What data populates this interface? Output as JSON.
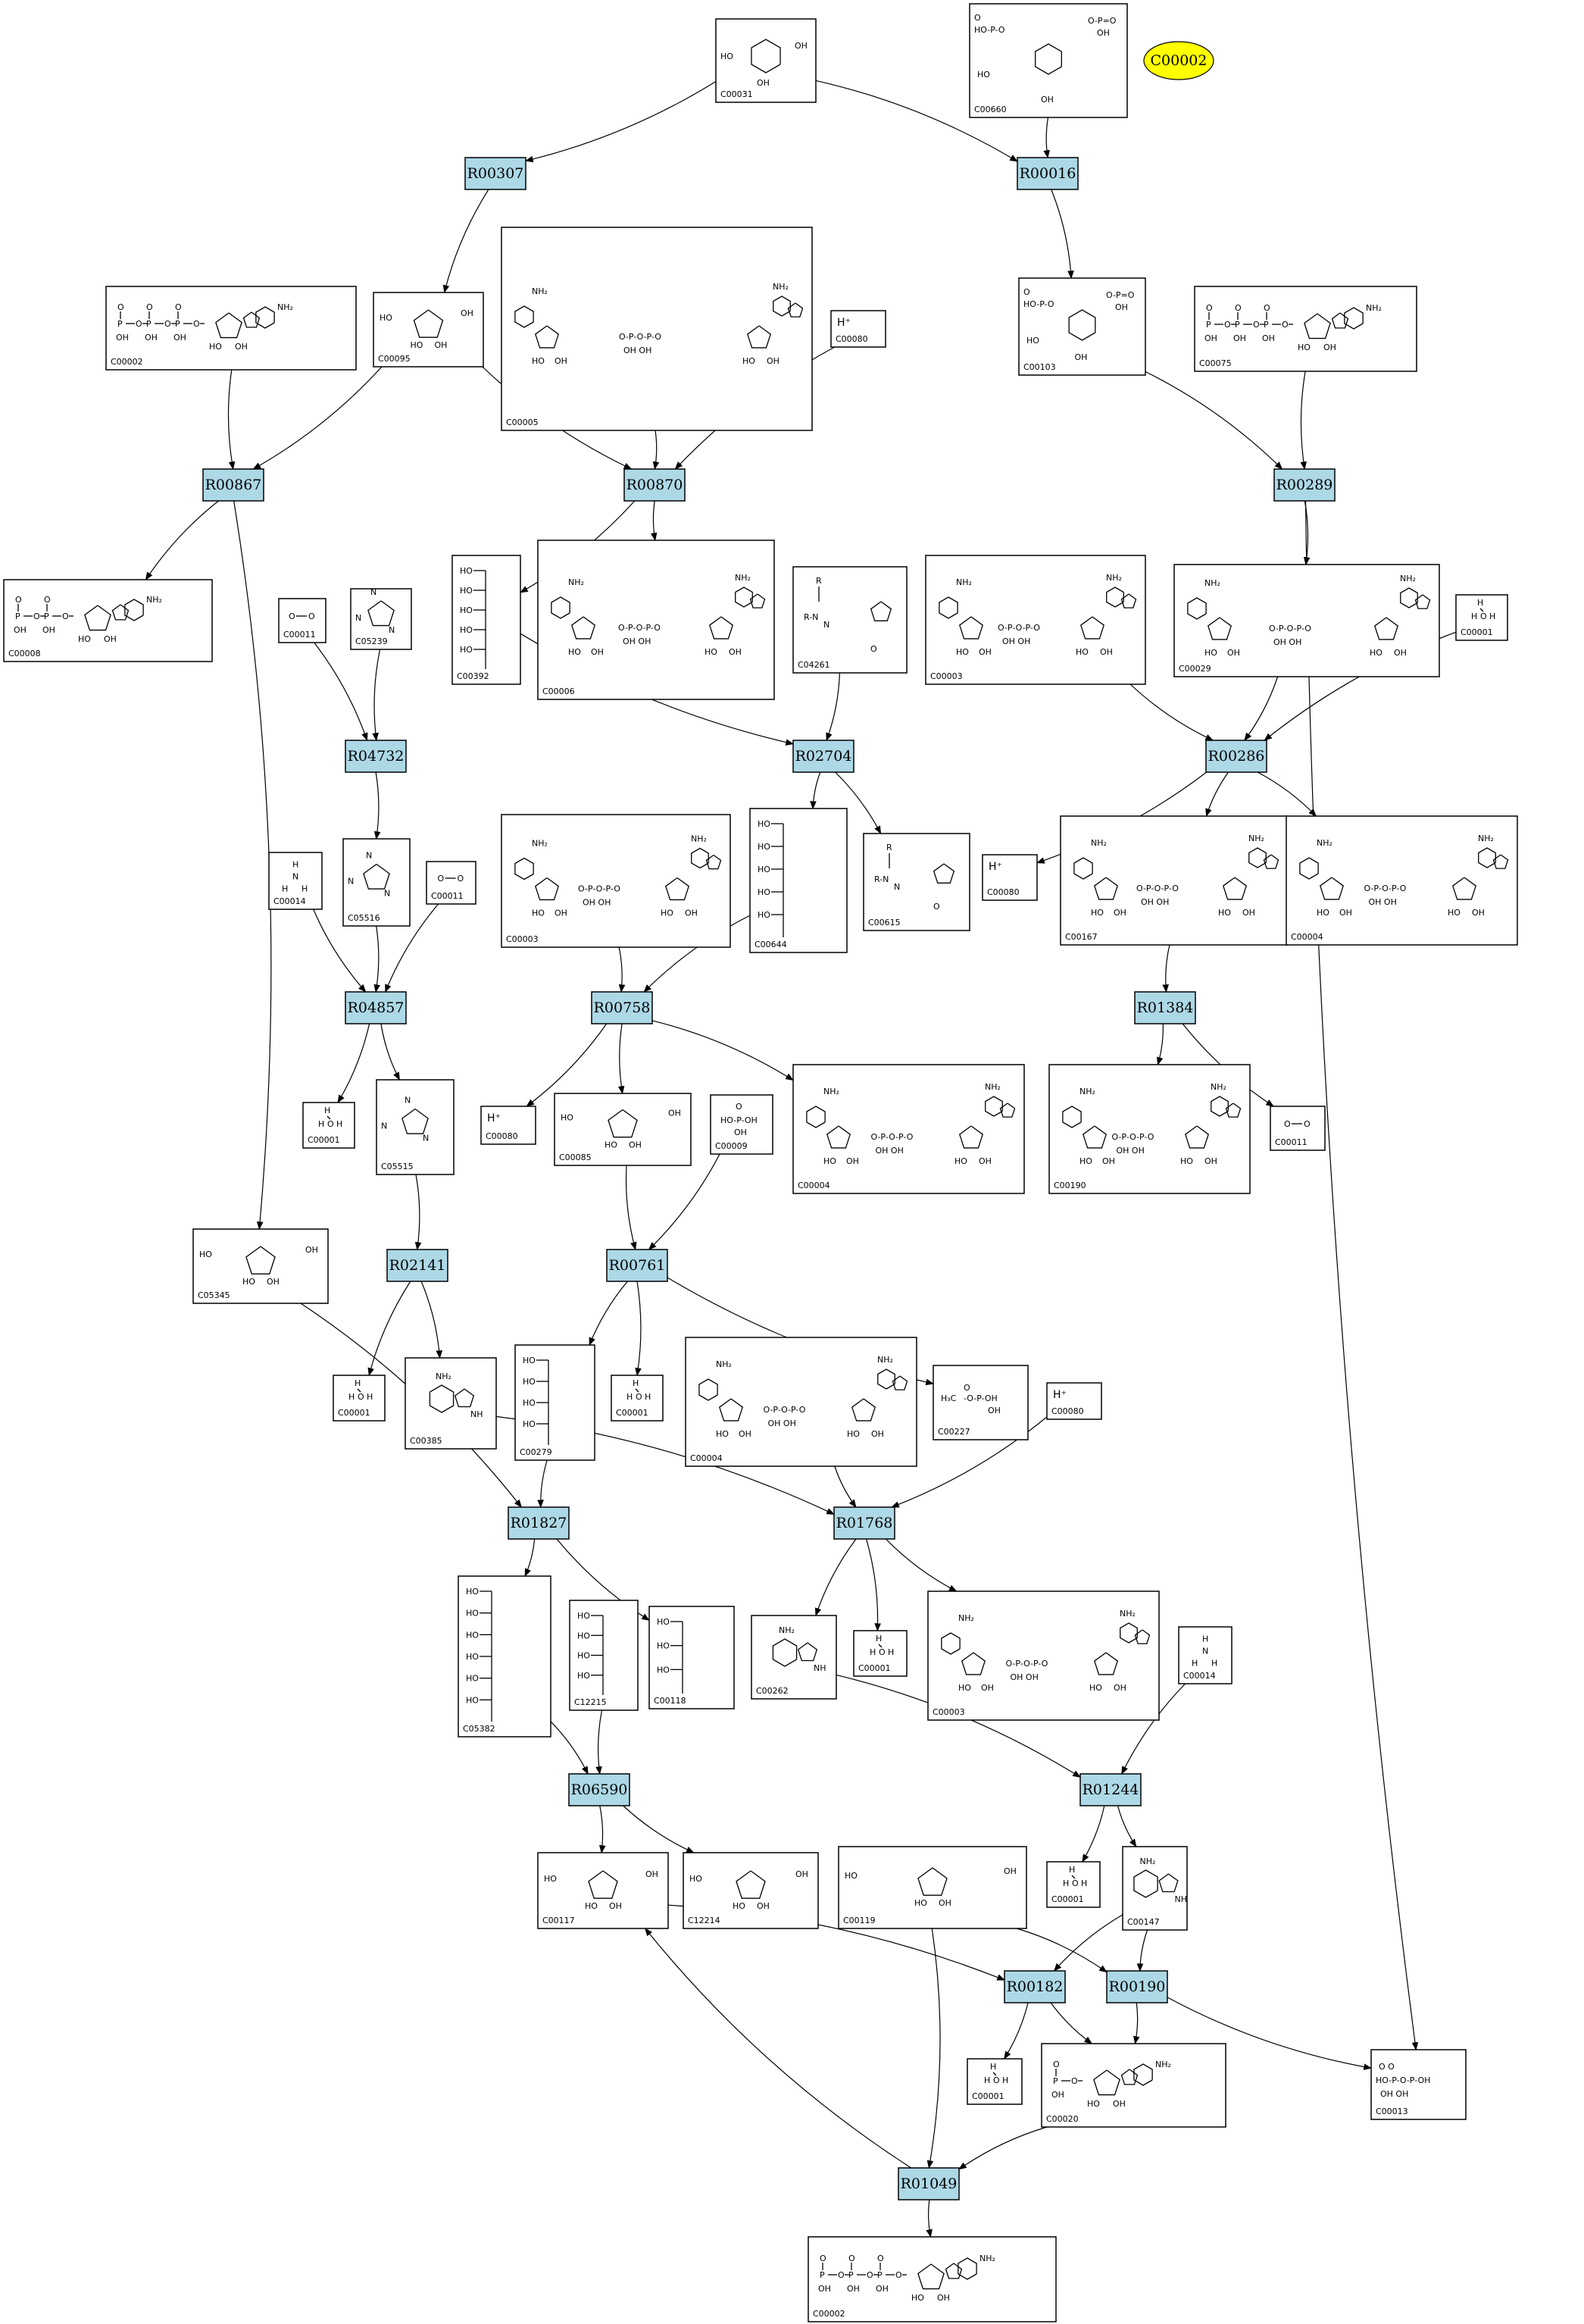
{
  "highlight": {
    "label": "C00002"
  },
  "reactions": [
    {
      "id": "R00307",
      "label": "R00307"
    },
    {
      "id": "R00016",
      "label": "R00016"
    },
    {
      "id": "R00867",
      "label": "R00867"
    },
    {
      "id": "R00870",
      "label": "R00870"
    },
    {
      "id": "R00289",
      "label": "R00289"
    },
    {
      "id": "R04732",
      "label": "R04732"
    },
    {
      "id": "R02704",
      "label": "R02704"
    },
    {
      "id": "R00286",
      "label": "R00286"
    },
    {
      "id": "R04857",
      "label": "R04857"
    },
    {
      "id": "R00758",
      "label": "R00758"
    },
    {
      "id": "R01384",
      "label": "R01384"
    },
    {
      "id": "R02141",
      "label": "R02141"
    },
    {
      "id": "R00761",
      "label": "R00761"
    },
    {
      "id": "R01827",
      "label": "R01827"
    },
    {
      "id": "R01768",
      "label": "R01768"
    },
    {
      "id": "R06590",
      "label": "R06590"
    },
    {
      "id": "R01244",
      "label": "R01244"
    },
    {
      "id": "R00182",
      "label": "R00182"
    },
    {
      "id": "R00190",
      "label": "R00190"
    },
    {
      "id": "R01049",
      "label": "R01049"
    }
  ],
  "compounds": [
    {
      "id": "c00031",
      "label": "C00031",
      "type": "sugar"
    },
    {
      "id": "c00660",
      "label": "C00660",
      "type": "sugarp"
    },
    {
      "id": "c00002a",
      "label": "C00002",
      "type": "nucl3"
    },
    {
      "id": "c00095",
      "label": "C00095",
      "type": "furanose"
    },
    {
      "id": "c00005",
      "label": "C00005",
      "type": "dinuc"
    },
    {
      "id": "c00080a",
      "label": "C00080",
      "type": "ion",
      "ion": "H⁺"
    },
    {
      "id": "c00103",
      "label": "C00103",
      "type": "sugarp"
    },
    {
      "id": "c00075",
      "label": "C00075",
      "type": "nucl3"
    },
    {
      "id": "c00008",
      "label": "C00008",
      "type": "nucl2"
    },
    {
      "id": "c00392",
      "label": "C00392",
      "type": "chain"
    },
    {
      "id": "c00006",
      "label": "C00006",
      "type": "dinuc"
    },
    {
      "id": "c04261",
      "label": "C04261",
      "type": "peptide"
    },
    {
      "id": "c00003a",
      "label": "C00003",
      "type": "dinuc"
    },
    {
      "id": "c00029",
      "label": "C00029",
      "type": "dinuc"
    },
    {
      "id": "c00001a",
      "label": "C00001",
      "type": "water"
    },
    {
      "id": "c00011a",
      "label": "C00011",
      "type": "co"
    },
    {
      "id": "c05239",
      "label": "C05239",
      "type": "imid"
    },
    {
      "id": "c00014a",
      "label": "C00014",
      "type": "nh3"
    },
    {
      "id": "c05516",
      "label": "C05516",
      "type": "imid"
    },
    {
      "id": "c00011b",
      "label": "C00011",
      "type": "co"
    },
    {
      "id": "c00003b",
      "label": "C00003",
      "type": "dinuc"
    },
    {
      "id": "c00644",
      "label": "C00644",
      "type": "chain"
    },
    {
      "id": "c00615",
      "label": "C00615",
      "type": "peptide"
    },
    {
      "id": "c00080b",
      "label": "C00080",
      "type": "ion",
      "ion": "H⁺"
    },
    {
      "id": "c00167",
      "label": "C00167",
      "type": "dinuc"
    },
    {
      "id": "c00004a",
      "label": "C00004",
      "type": "dinuc"
    },
    {
      "id": "c00001b",
      "label": "C00001",
      "type": "water"
    },
    {
      "id": "c05515",
      "label": "C05515",
      "type": "imid"
    },
    {
      "id": "c00080c",
      "label": "C00080",
      "type": "ion",
      "ion": "H⁺"
    },
    {
      "id": "c00085",
      "label": "C00085",
      "type": "furanose"
    },
    {
      "id": "c00009",
      "label": "C00009",
      "type": "phos"
    },
    {
      "id": "c00004b",
      "label": "C00004",
      "type": "dinuc"
    },
    {
      "id": "c00190",
      "label": "C00190",
      "type": "dinuc"
    },
    {
      "id": "c00011c",
      "label": "C00011",
      "type": "co"
    },
    {
      "id": "c05345",
      "label": "C05345",
      "type": "furanose"
    },
    {
      "id": "c00001c",
      "label": "C00001",
      "type": "water"
    },
    {
      "id": "c00385",
      "label": "C00385",
      "type": "purine"
    },
    {
      "id": "c00279",
      "label": "C00279",
      "type": "chain"
    },
    {
      "id": "c00001d",
      "label": "C00001",
      "type": "water"
    },
    {
      "id": "c00004c",
      "label": "C00004",
      "type": "dinuc"
    },
    {
      "id": "c00227",
      "label": "C00227",
      "type": "acetylp"
    },
    {
      "id": "c00080d",
      "label": "C00080",
      "type": "ion",
      "ion": "H⁺"
    },
    {
      "id": "c05382",
      "label": "C05382",
      "type": "chain"
    },
    {
      "id": "c12215",
      "label": "C12215",
      "type": "chain"
    },
    {
      "id": "c00118",
      "label": "C00118",
      "type": "chain"
    },
    {
      "id": "c00262",
      "label": "C00262",
      "type": "purine"
    },
    {
      "id": "c00001e",
      "label": "C00001",
      "type": "water"
    },
    {
      "id": "c00003c",
      "label": "C00003",
      "type": "dinuc"
    },
    {
      "id": "c00014b",
      "label": "C00014",
      "type": "nh3"
    },
    {
      "id": "c00117",
      "label": "C00117",
      "type": "furanose"
    },
    {
      "id": "c12214",
      "label": "C12214",
      "type": "furanose"
    },
    {
      "id": "c00119",
      "label": "C00119",
      "type": "furanose"
    },
    {
      "id": "c00001f",
      "label": "C00001",
      "type": "water"
    },
    {
      "id": "c00147",
      "label": "C00147",
      "type": "purine"
    },
    {
      "id": "c00001g",
      "label": "C00001",
      "type": "water"
    },
    {
      "id": "c00020",
      "label": "C00020",
      "type": "nucl1"
    },
    {
      "id": "c00013",
      "label": "C00013",
      "type": "ppi"
    },
    {
      "id": "c00002b",
      "label": "C00002",
      "type": "nucl3"
    }
  ]
}
